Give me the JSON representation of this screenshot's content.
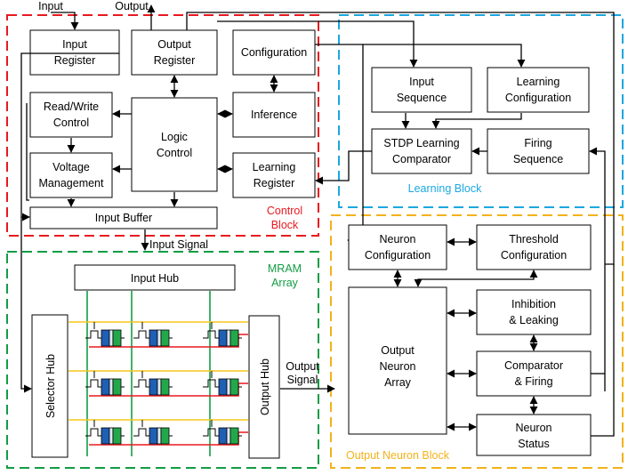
{
  "colors": {
    "control": "#e8191f",
    "learning": "#1ba7e0",
    "mram": "#139c45",
    "output": "#f3b21a",
    "cell_blue": "#1f5fb4",
    "cell_green": "#22a84a",
    "word_line": "#f5c518",
    "bit_line": "#e8191f",
    "source_line": "#139c45"
  },
  "top": {
    "input": "Input",
    "output": "Output"
  },
  "control": {
    "input_register": [
      "Input",
      "Register"
    ],
    "output_register": [
      "Output",
      "Register"
    ],
    "configuration": "Configuration",
    "read_write": [
      "Read/Write",
      "Control"
    ],
    "logic": [
      "Logic",
      "Control"
    ],
    "inference": "Inference",
    "voltage": [
      "Voltage",
      "Management"
    ],
    "learning_register": [
      "Learning",
      "Register"
    ],
    "input_buffer": "Input Buffer",
    "label": [
      "Control",
      "Block"
    ]
  },
  "learning": {
    "input_sequence": [
      "Input",
      "Sequence"
    ],
    "learning_configuration": [
      "Learning",
      "Configuration"
    ],
    "stdp": [
      "STDP Learning",
      "Comparator"
    ],
    "firing_sequence": [
      "Firing",
      "Sequence"
    ],
    "label": "Learning Block"
  },
  "signals": {
    "input_signal": "Input Signal",
    "output_signal": [
      "Output",
      "Signal"
    ]
  },
  "mram": {
    "input_hub": "Input Hub",
    "selector_hub": "Selector Hub",
    "output_hub": "Output Hub",
    "label": [
      "MRAM",
      "Array"
    ]
  },
  "neuron": {
    "neuron_configuration": [
      "Neuron",
      "Configuration"
    ],
    "threshold_configuration": [
      "Threshold",
      "Configuration"
    ],
    "output_neuron_array": [
      "Output",
      "Neuron",
      "Array"
    ],
    "inhibition": [
      "Inhibition",
      "& Leaking"
    ],
    "comparator": [
      "Comparator",
      "& Firing"
    ],
    "neuron_status": [
      "Neuron",
      "Status"
    ],
    "label": "Output Neuron Block"
  }
}
